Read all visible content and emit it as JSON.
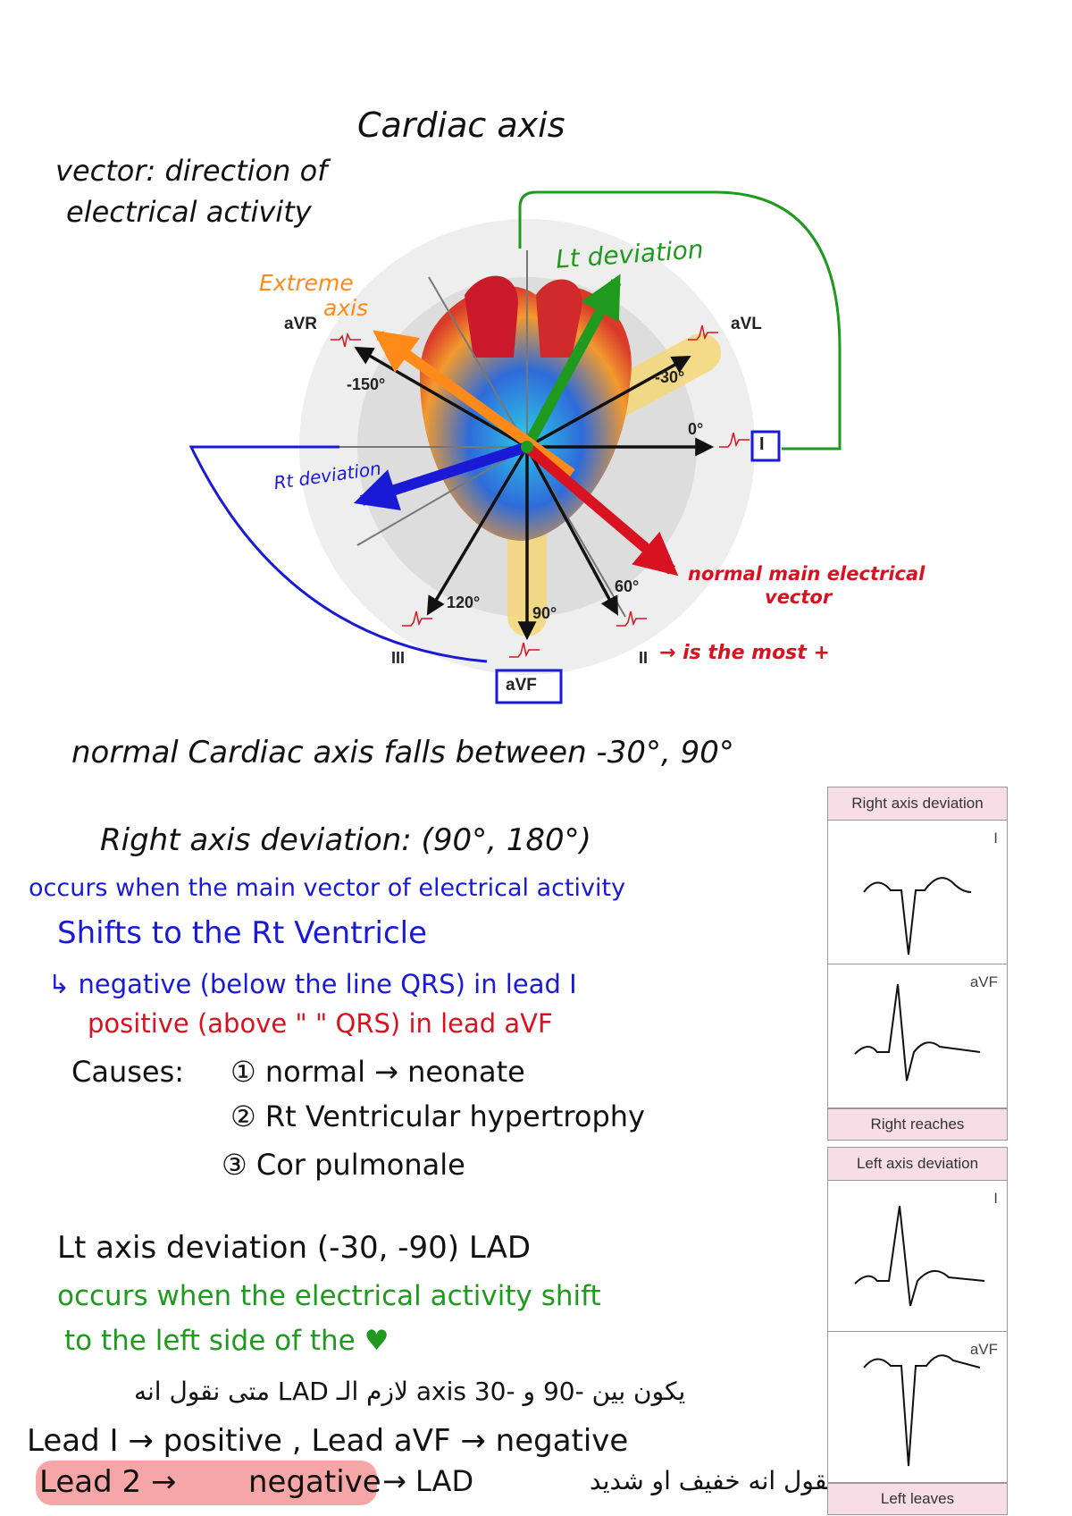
{
  "title": "Cardiac axis",
  "vector_def_line1": "vector: direction of",
  "vector_def_line2": "electrical activity",
  "diagram": {
    "lead_labels": {
      "aVR": "aVR",
      "aVL": "aVL",
      "I": "I",
      "II": "II",
      "III": "III",
      "aVF": "aVF"
    },
    "angles": {
      "m150": "-150°",
      "m30": "-30°",
      "zero": "0°",
      "sixty": "60°",
      "ninety": "90°",
      "onetwenty": "120°"
    },
    "annotations": {
      "lt_deviation": "Lt deviation",
      "extreme_1": "Extreme",
      "extreme_2": "axis",
      "rt_deviation": "Rt deviation",
      "normal_1": "normal main electrical",
      "normal_2": "vector",
      "ii_note": "→ is the most +"
    },
    "colors": {
      "lt": "#1f9a1f",
      "rt": "#1a1ad6",
      "extreme": "#ff8a1a",
      "normal": "#d81220"
    }
  },
  "notes": {
    "normal_axis": "normal Cardiac axis falls between -30°, 90°",
    "rad_title": "Right axis deviation: (90°, 180°)",
    "rad_occurs_1": "occurs when the main vector of electrical activity",
    "rad_occurs_2": "Shifts to the Rt Ventricle",
    "rad_negative": "↳ negative (below the line QRS) in lead I",
    "rad_positive": "positive (above \" \" QRS) in lead aVF",
    "causes_label": "Causes:",
    "cause_1": "① normal → neonate",
    "cause_2": "② Rt Ventricular hypertrophy",
    "cause_3": "③ Cor pulmonale",
    "lad_title": "Lt axis deviation (-30, -90) LAD",
    "lad_occurs_1": "occurs when the electrical activity shift",
    "lad_occurs_2": "to the left side of the ♥",
    "arabic_1": "متى نقول انه LAD لازم الـ axis يكون بين -90 و -30",
    "lead1_line": "Lead I → positive , Lead aVF → negative",
    "lead2_a": "Lead 2 →",
    "lead2_b": "negative",
    "lead2_c": "→ LAD",
    "arabic_2": "متى نقول انه خفيف او شديد"
  },
  "ecg_panels": {
    "right": {
      "header": "Right axis deviation",
      "lead_top": "I",
      "lead_bottom": "aVF",
      "footer": "Right reaches"
    },
    "left": {
      "header": "Left axis deviation",
      "lead_top": "I",
      "lead_bottom": "aVF",
      "footer": "Left leaves"
    }
  }
}
